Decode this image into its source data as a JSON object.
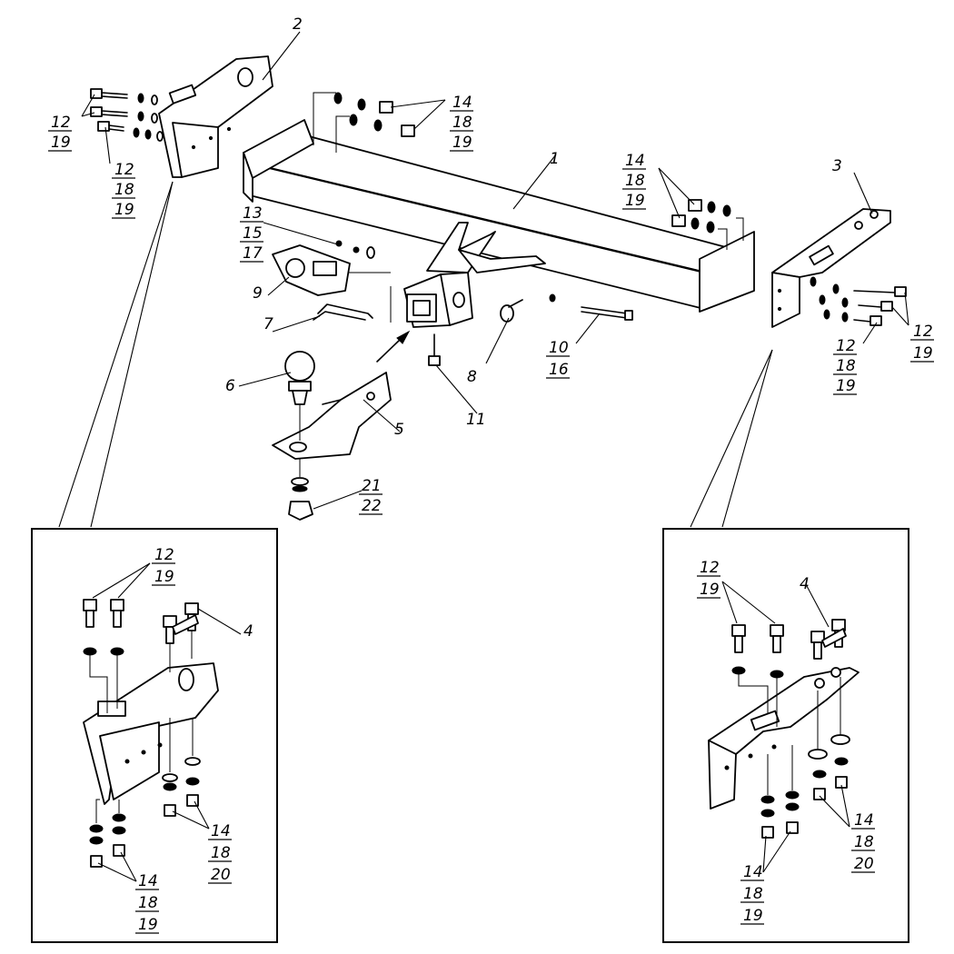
{
  "labels": {
    "part_1": "1",
    "part_2": "2",
    "part_3": "3",
    "part_4_left": "4",
    "part_4_right": "4",
    "part_5": "5",
    "part_6": "6",
    "part_7": "7",
    "part_8": "8",
    "part_9": "9",
    "group_10_16": [
      "10",
      "16"
    ],
    "part_11": "11",
    "group_13_15_17": [
      "13",
      "15",
      "17"
    ],
    "group_21_22": [
      "21",
      "22"
    ],
    "topleft_12_19": [
      "12",
      "19"
    ],
    "topleft_12_18_19": [
      "12",
      "18",
      "19"
    ],
    "topcenter_14_18_19": [
      "14",
      "18",
      "19"
    ],
    "topright_14_18_19": [
      "14",
      "18",
      "19"
    ],
    "right_12_19": [
      "12",
      "19"
    ],
    "right_12_18_19": [
      "12",
      "18",
      "19"
    ],
    "inset_left_12_19": [
      "12",
      "19"
    ],
    "inset_left_14_18_20": [
      "14",
      "18",
      "20"
    ],
    "inset_left_14_18_19": [
      "14",
      "18",
      "19"
    ],
    "inset_right_12_19": [
      "12",
      "19"
    ],
    "inset_right_14_18_20": [
      "14",
      "18",
      "20"
    ],
    "inset_right_14_18_19": [
      "14",
      "18",
      "19"
    ]
  }
}
